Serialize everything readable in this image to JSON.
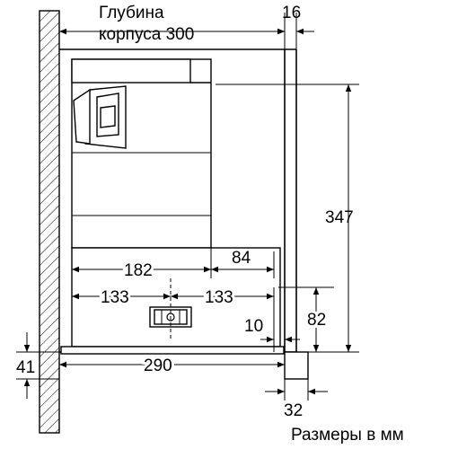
{
  "labels": {
    "depth_title_line1": "Глубина",
    "depth_title_line2": "корпуса 300",
    "dim_16": "16",
    "dim_347": "347",
    "dim_84": "84",
    "dim_182": "182",
    "dim_133_left": "133",
    "dim_133_right": "133",
    "dim_82": "82",
    "dim_10": "10",
    "dim_41": "41",
    "dim_290": "290",
    "dim_32": "32",
    "units_note": "Размеры в мм"
  }
}
